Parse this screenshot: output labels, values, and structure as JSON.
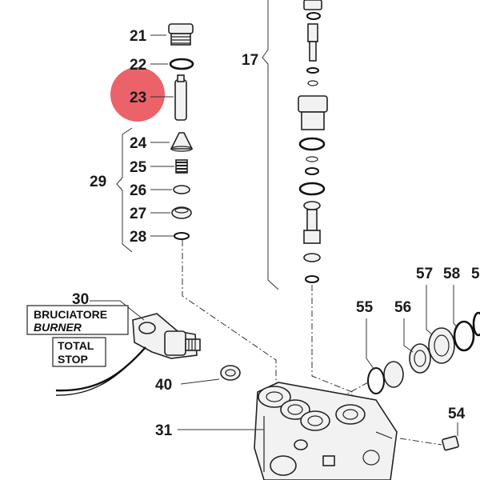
{
  "highlight_color": "#e8474f",
  "callouts": {
    "n17": "17",
    "n21": "21",
    "n22": "22",
    "n23": "23",
    "n24": "24",
    "n25": "25",
    "n26": "26",
    "n27": "27",
    "n28": "28",
    "n29": "29",
    "n30": "30",
    "n31": "31",
    "n40": "40",
    "n54": "54",
    "n55": "55",
    "n56": "56",
    "n57": "57",
    "n58": "58",
    "n5x": "5"
  },
  "labels": {
    "burner_it": "BRUCIATORE",
    "burner_en": "BURNER",
    "total_stop_1": "TOTAL",
    "total_stop_2": "STOP"
  }
}
